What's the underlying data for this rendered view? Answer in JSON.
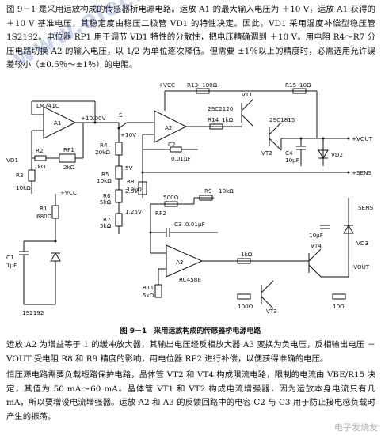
{
  "text": {
    "para1": "图 9－1 是采用运放构成的传感器桥电源电路。运放 A1 的最大输入电压为 ＋10 V，运放 A1 获得的 ＋10 V 基准电压，其稳定度由稳压二极管 VD1 的特性决定。因此，VD1 采用温度补偿型稳压管 1S2192。电位器 RP1 用于调节 VD1 特性的分散性，把电压精确调到 ＋10 V。用电阻 R4～R7 分压电路切换 A2 的输入电压，以 1/2 为单位逐次降低。但需要 ±1％以上的精度时，必需选用允许误差较小（±0.5％～±1％）的电阻。",
    "caption": "图 9－1　采用运放构成的传感器桥电源电路",
    "para2": "运放 A2 为增益等于 1 的缓冲放大器，其输出电压经反相放大器 A3 变换为负电压，反相输出电压 －VOUT 受电阻 R8 和 R9 精度的影响，用电位器 RP2 进行补偿，以便获得准确的电压。",
    "para3": "恒压源电路需要负载短路保护电路，晶体管 VT2 和 VT4 构成限流电路，限制的电流由 VBE/R15 决定，其值为 50 mA～60 mA。晶体管 VT1 和 VT2 构成电流增强器，因为运放本身电流只有几 mA，所以要增设电流增强器。运放 A2 和 A3 的反馈回路中的电容 C2 与 C3 用于防止接电感负载时产生的振荡。"
  },
  "watermark": "www.elecfans.com",
  "logo": "电子发烧友",
  "labels": {
    "lm741c": "LM741C",
    "a1": "A1",
    "plus10": "+10.00V",
    "s": "S",
    "plus10v": "+10V",
    "r4": "R4",
    "r4v": "20kΩ",
    "p5v": "5V",
    "r5": "R5",
    "r5v": "10kΩ",
    "p25v": "2.5V",
    "r6": "R6",
    "r6v": "5kΩ",
    "p125v": "1.25V",
    "r7": "R7",
    "r7v": "5kΩ",
    "r2": "R2",
    "r2v": "1kΩ",
    "rp1": "RP1",
    "rp1v": "2kΩ",
    "vd1": "VD1",
    "r3": "R3",
    "r3v": "10kΩ",
    "r1": "R1",
    "r1v": "680Ω",
    "vcc1": "+VCC",
    "c1": "C1",
    "c1v": "1μF",
    "s1s2192": "1S2192",
    "vcc2": "+VCC",
    "r13": "R13",
    "r13v": "100Ω",
    "vt1": "VT1",
    "r15": "R15",
    "r15v": "10Ω",
    "sc2120": "2SC2120",
    "sc1815": "2SC1815",
    "a2": "A2",
    "r14": "R14",
    "r14v": "1kΩ",
    "vt2": "VT2",
    "vout": "+VOUT",
    "c4": "C4",
    "c4v": "10μF",
    "vd2": "VD2",
    "sens": "+SENS",
    "c2": "C2",
    "c2v": "0.01μF",
    "r8": "R8",
    "r8v": "10kΩ",
    "r9": "R9",
    "r9v": "10kΩ",
    "rp2v": "500Ω",
    "rp2": "RP2",
    "c3": "C3",
    "c3v": "0.01μF",
    "sens2": "SENS",
    "c10v": "10μF",
    "vd3": "VD3",
    "voutn": "-VOUT",
    "a3": "A3",
    "rc4588": "RC4588",
    "r10v": "1kΩ",
    "vt4": "VT4",
    "r11": "R11",
    "r11v": "5kΩ",
    "r100": "100Ω",
    "vt3": "VT3",
    "r12v": "10Ω"
  }
}
